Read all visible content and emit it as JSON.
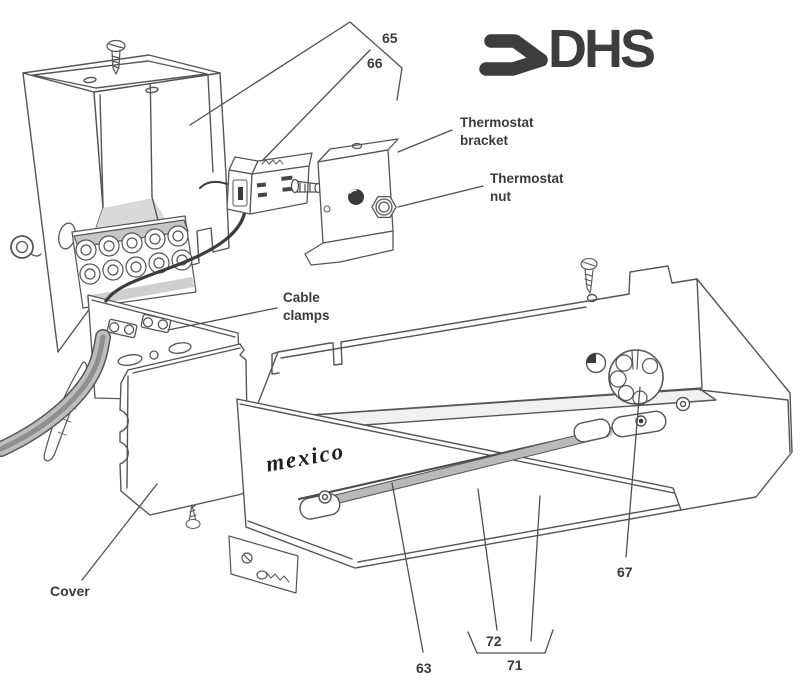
{
  "figure": {
    "background": "#ffffff",
    "line_color": "#555555",
    "label_color": "#3a3a3a"
  },
  "logo": {
    "text": "DHS",
    "color": "#3d3d3d",
    "arrow_icon": "arrow-right-logo-mark"
  },
  "product": {
    "brand_label": "mexico"
  },
  "callouts": {
    "c65": "65",
    "c66": "66",
    "c63": "63",
    "c67": "67",
    "c71": "71",
    "c72": "72",
    "thermostat_bracket": {
      "line1": "Thermostat",
      "line2": "bracket"
    },
    "thermostat_nut": {
      "line1": "Thermostat",
      "line2": "nut"
    },
    "cable_clamps": {
      "line1": "Cable",
      "line2": "clamps"
    },
    "cover": "Cover"
  }
}
